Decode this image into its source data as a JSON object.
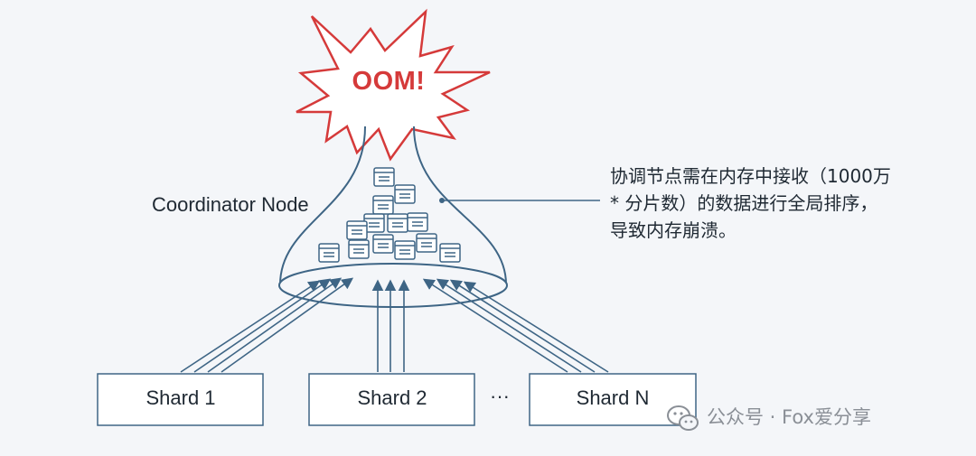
{
  "oom_text": "OOM!",
  "coordinator": {
    "label": "Coordinator Node"
  },
  "annotation": {
    "lines": [
      "协调节点需在内存中接收（1000万",
      "* 分片数）的数据进行全局排序，",
      "导致内存崩溃。"
    ]
  },
  "shards": [
    {
      "label": "Shard 1"
    },
    {
      "label": "Shard 2"
    },
    {
      "label": "Shard N"
    }
  ],
  "ellipsis": "···",
  "watermark": {
    "text": "公众号 · Fox爱分享",
    "icon": "wechat-icon"
  },
  "colors": {
    "background": "#f4f6f9",
    "line": "#3e6585",
    "explosion": "#d53a3a",
    "text": "#1f2933",
    "watermark": "#8a8f96"
  }
}
